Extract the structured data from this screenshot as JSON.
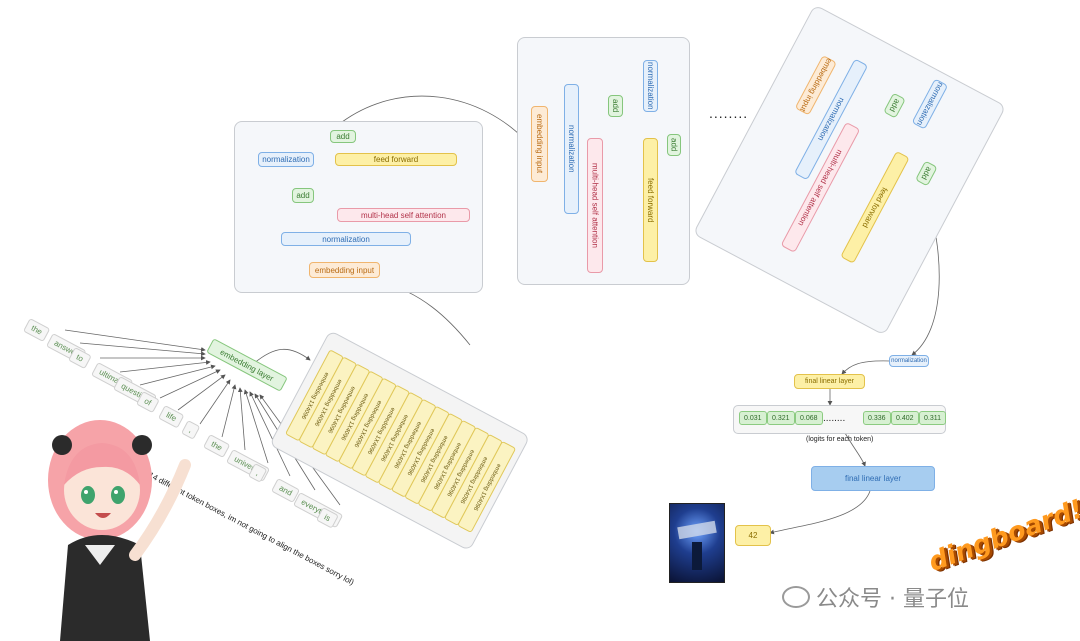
{
  "block1": {
    "add_top": "add",
    "normalization_top": "normalization",
    "feed_forward": "feed forward",
    "add_mid": "add",
    "mhsa": "multi-head self attention",
    "normalization_bottom": "normalization",
    "embedding_input": "embedding input"
  },
  "block2": {
    "embedding_input": "embedding input",
    "normalization_a": "normalization",
    "mhsa": "multi-head self attention",
    "add_a": "add",
    "normalization_b": "normalization",
    "add_b": "add",
    "feed_forward": "feed forward"
  },
  "block3": {
    "embedding_input": "embedding input",
    "normalization_a": "normalization",
    "mhsa": "multi-head self attention",
    "add_a": "add",
    "normalization_b": "normalization",
    "add_b": "add",
    "feed_forward": "feed forward"
  },
  "ellipsis": "........",
  "tokens": [
    "the",
    "answer",
    "to",
    "ultimate",
    "question",
    "of",
    "life",
    ",",
    "the",
    "universe",
    ",",
    "and",
    "everything",
    "is"
  ],
  "embedding_layer": "embedding layer",
  "token_note": "(i just made 14 different token boxes, im not going to align the boxes sorry lol)",
  "embedding_strip_label": "embedding 1X4096",
  "embedding_strip_count": 14,
  "final_norm": "normalization",
  "final_linear_top": "final linear layer",
  "logits": [
    "0.031",
    "0.321",
    "0.068",
    "........",
    "0.336",
    "0.402",
    "0.311"
  ],
  "logits_note": "(logits for each token)",
  "final_linear_bottom": "final linear layer",
  "answer": "42",
  "brand": "dingboard!",
  "watermark": "公众号 · 量子位",
  "colors": {
    "blue": "#7fb0e6",
    "yellow": "#e3c24a",
    "red": "#e99aa8",
    "green": "#86c67d",
    "orange": "#f0b56e"
  }
}
